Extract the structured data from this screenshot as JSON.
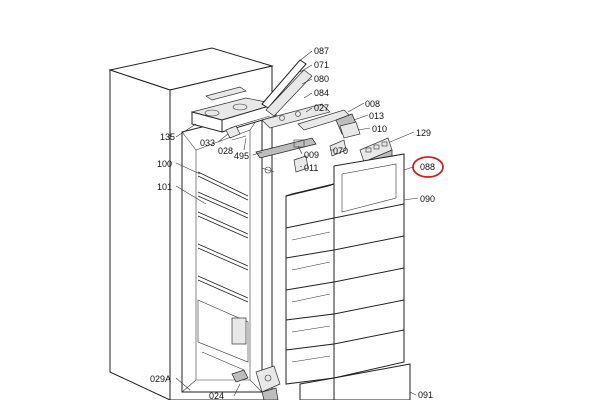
{
  "labels": {
    "l087": "087",
    "l071": "071",
    "l080": "080",
    "l084": "084",
    "l027": "027",
    "l008": "008",
    "l013": "013",
    "l010": "010",
    "l129": "129",
    "l135": "135",
    "l033": "033",
    "l028": "028",
    "l495": "495",
    "l009": "009",
    "l070": "070",
    "l011": "011",
    "l088": "088",
    "l100": "100",
    "l101": "101",
    "l090": "090",
    "l029A": "029A",
    "l024": "024",
    "l091": "091"
  },
  "highlight": {
    "label": "088",
    "color": "#d32020"
  }
}
